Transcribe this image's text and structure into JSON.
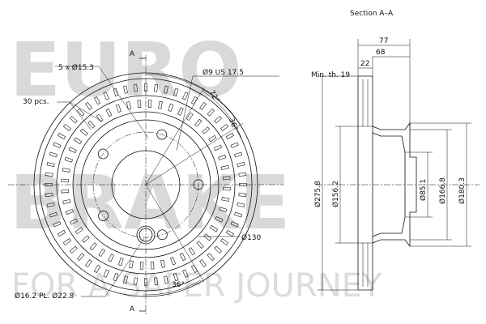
{
  "watermark": {
    "brand_top": "EURO",
    "brand_bottom": "BRAKE",
    "tagline": "FOR A SAFER JOURNEY"
  },
  "front_view": {
    "section_mark_top": "A",
    "section_mark_bottom": "A",
    "bolt_holes": "5 x Ø15.3",
    "vent_count": "30 pcs.",
    "centering_hole": "Ø9 US 17.5",
    "angle_1": "72°",
    "angle_2": "36°",
    "angle_3": "36°",
    "pitch_circle": "Ø130",
    "pin_hole": "Ø16.2 PL. Ø22.8"
  },
  "section_view": {
    "title": "Section A–A",
    "min_thickness": "Min. th. 19",
    "total_height": "77",
    "hat_depth": "68",
    "disc_thickness": "22",
    "outer_diameter": "Ø275.8",
    "friction_inner": "Ø156.2",
    "center_bore": "Ø85.1",
    "hat_outer": "Ø166.8",
    "hat_flange": "Ø180.3"
  }
}
